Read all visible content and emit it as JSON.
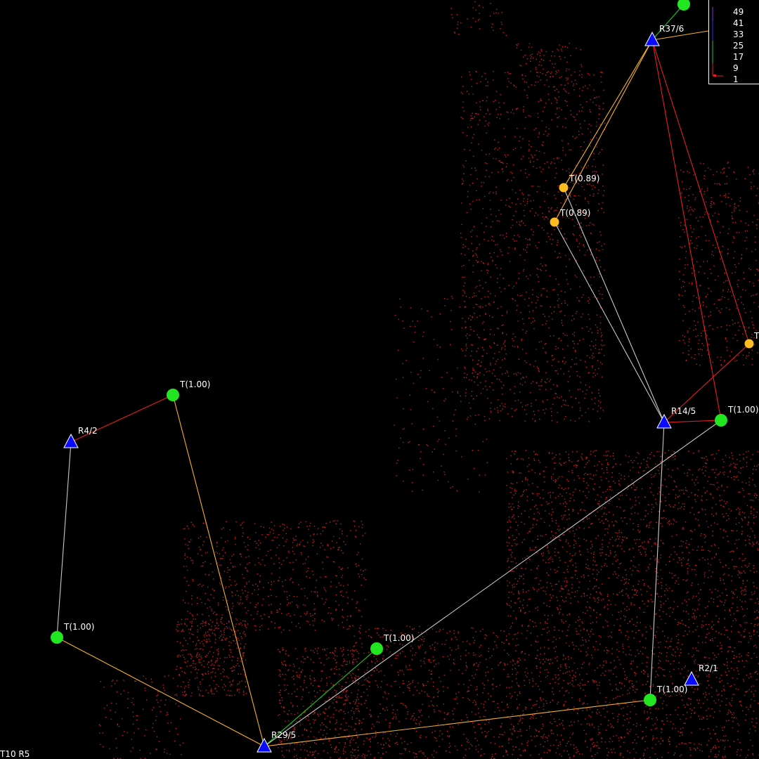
{
  "legend": {
    "values": [
      "49",
      "41",
      "33",
      "25",
      "17",
      "9",
      "1"
    ]
  },
  "status_text": "T10 R5",
  "colors": {
    "background": "#000000",
    "density_dots": "#c81e1e",
    "relay": "#0a0aff",
    "target_full": "#22e622",
    "target_partial": "#ffbb22",
    "link_red": "#e61e1e",
    "link_orange": "#f5b02a",
    "link_gray": "#c8c8c8",
    "link_green": "#22c822",
    "label": "#ffffff"
  },
  "relays": [
    {
      "id": "R37",
      "label": "R37/6"
    },
    {
      "id": "R14",
      "label": "R14/5"
    },
    {
      "id": "R4",
      "label": "R4/2"
    },
    {
      "id": "R29",
      "label": "R29/5"
    },
    {
      "id": "R2",
      "label": "R2/1"
    }
  ],
  "targets": [
    {
      "id": "t_top",
      "label": "",
      "kind": "full"
    },
    {
      "id": "t_089a",
      "label": "T(0.89)",
      "kind": "partial"
    },
    {
      "id": "t_089b",
      "label": "T(0.89)",
      "kind": "partial"
    },
    {
      "id": "t_edge",
      "label": "T",
      "kind": "partial"
    },
    {
      "id": "t_r14",
      "label": "T(1.00)",
      "kind": "full"
    },
    {
      "id": "t_left1",
      "label": "T(1.00)",
      "kind": "full"
    },
    {
      "id": "t_left2",
      "label": "T(1.00)",
      "kind": "full"
    },
    {
      "id": "t_mid",
      "label": "T(1.00)",
      "kind": "full"
    },
    {
      "id": "t_bot",
      "label": "T(1.00)",
      "kind": "full"
    }
  ],
  "links": [
    {
      "from": "R37",
      "to": "t_top",
      "color": "link_green"
    },
    {
      "from": "R37",
      "to": "legend_edge",
      "color": "link_orange"
    },
    {
      "from": "R37",
      "to": "t_089a",
      "color": "link_orange"
    },
    {
      "from": "R37",
      "to": "t_089b",
      "color": "link_orange"
    },
    {
      "from": "R37",
      "to": "t_edge",
      "color": "link_red"
    },
    {
      "from": "R37",
      "to": "t_r14",
      "color": "link_red"
    },
    {
      "from": "R14",
      "to": "t_089a",
      "color": "link_gray"
    },
    {
      "from": "R14",
      "to": "t_089b",
      "color": "link_gray"
    },
    {
      "from": "R14",
      "to": "t_edge",
      "color": "link_red"
    },
    {
      "from": "R14",
      "to": "t_r14",
      "color": "link_red"
    },
    {
      "from": "R14",
      "to": "t_bot",
      "color": "link_gray"
    },
    {
      "from": "R4",
      "to": "t_left1",
      "color": "link_red"
    },
    {
      "from": "R4",
      "to": "t_left2",
      "color": "link_gray"
    },
    {
      "from": "R29",
      "to": "t_left1",
      "color": "link_orange"
    },
    {
      "from": "R29",
      "to": "t_left2",
      "color": "link_orange"
    },
    {
      "from": "R29",
      "to": "t_mid",
      "color": "link_green"
    },
    {
      "from": "R29",
      "to": "t_r14",
      "color": "link_gray"
    },
    {
      "from": "R29",
      "to": "t_bot",
      "color": "link_orange"
    }
  ]
}
